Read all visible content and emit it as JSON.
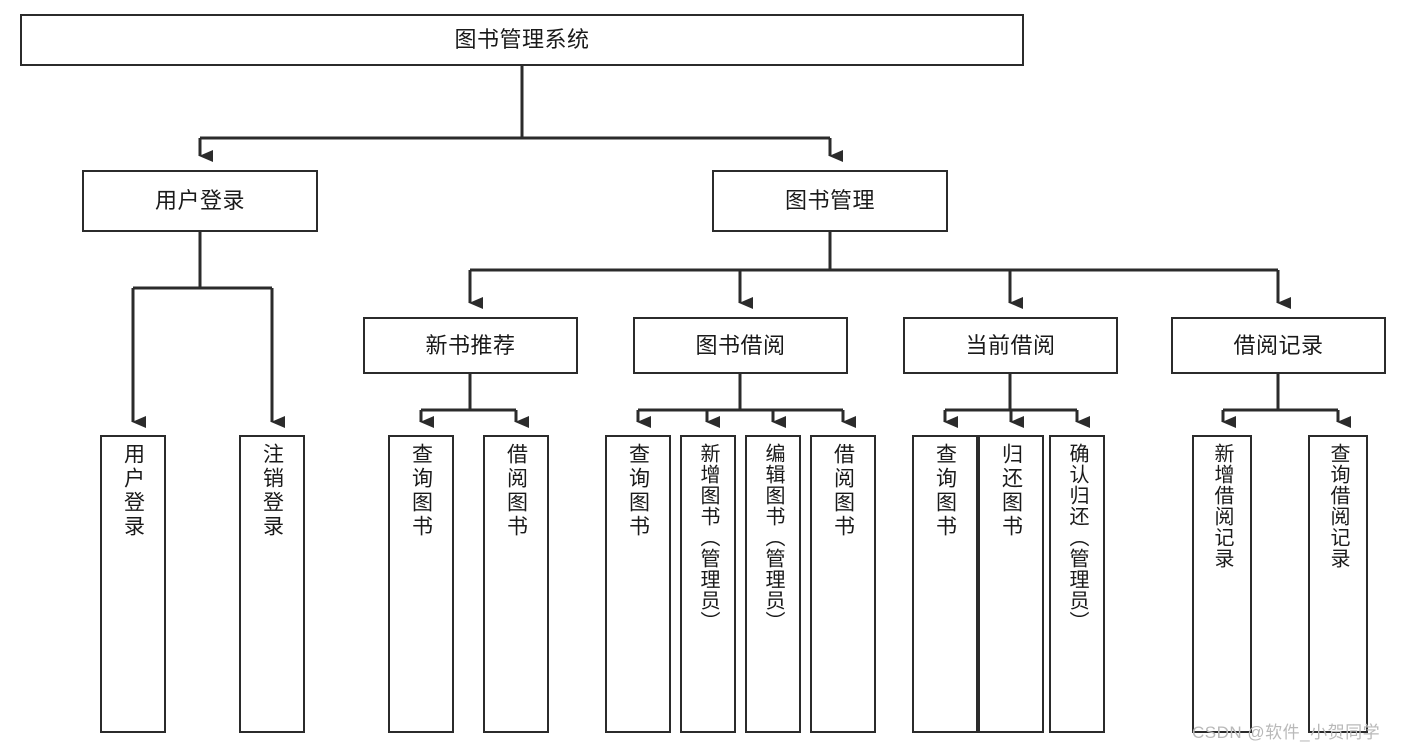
{
  "diagram": {
    "title": "图书管理系统",
    "type": "tree-hierarchy-diagram",
    "colors": {
      "box_border": "#2b2b2b",
      "box_fill": "#ffffff",
      "line": "#2b2b2b",
      "background": "#ffffff",
      "watermark": "#b9b9b9"
    },
    "nodes": {
      "root": {
        "label": "图书管理系统",
        "orientation": "horizontal"
      },
      "l2": [
        {
          "id": "user-login",
          "label": "用户登录",
          "orientation": "horizontal"
        },
        {
          "id": "book-management",
          "label": "图书管理",
          "orientation": "horizontal"
        }
      ],
      "l3": [
        {
          "id": "new-book-recommend",
          "label": "新书推荐",
          "orientation": "horizontal"
        },
        {
          "id": "book-borrow",
          "label": "图书借阅",
          "orientation": "horizontal"
        },
        {
          "id": "current-borrow",
          "label": "当前借阅",
          "orientation": "horizontal"
        },
        {
          "id": "borrow-record",
          "label": "借阅记录",
          "orientation": "horizontal"
        }
      ],
      "leaves": [
        {
          "id": "leaf-user-login",
          "label": "用户登录",
          "parent": "user-login",
          "orientation": "vertical"
        },
        {
          "id": "leaf-logout-login",
          "label": "注销登录",
          "parent": "user-login",
          "orientation": "vertical"
        },
        {
          "id": "leaf-query-book-1",
          "label": "查询图书",
          "parent": "new-book-recommend",
          "orientation": "vertical"
        },
        {
          "id": "leaf-borrow-book-1",
          "label": "借阅图书",
          "parent": "new-book-recommend",
          "orientation": "vertical"
        },
        {
          "id": "leaf-query-book-2",
          "label": "查询图书",
          "parent": "book-borrow",
          "orientation": "vertical"
        },
        {
          "id": "leaf-add-book-admin",
          "label": "新增图书（管理员）",
          "parent": "book-borrow",
          "orientation": "vertical"
        },
        {
          "id": "leaf-edit-book-admin",
          "label": "编辑图书（管理员）",
          "parent": "book-borrow",
          "orientation": "vertical"
        },
        {
          "id": "leaf-borrow-book-2",
          "label": "借阅图书",
          "parent": "book-borrow",
          "orientation": "vertical"
        },
        {
          "id": "leaf-query-book-3",
          "label": "查询图书",
          "parent": "current-borrow",
          "orientation": "vertical"
        },
        {
          "id": "leaf-return-book",
          "label": "归还图书",
          "parent": "current-borrow",
          "orientation": "vertical"
        },
        {
          "id": "leaf-confirm-return-admin",
          "label": "确认归还（管理员）",
          "parent": "current-borrow",
          "orientation": "vertical"
        },
        {
          "id": "leaf-add-borrow-record",
          "label": "新增借阅记录",
          "parent": "borrow-record",
          "orientation": "vertical"
        },
        {
          "id": "leaf-query-borrow-record",
          "label": "查询借阅记录",
          "parent": "borrow-record",
          "orientation": "vertical"
        }
      ]
    },
    "watermark": "CSDN @软件_小贺同学"
  }
}
